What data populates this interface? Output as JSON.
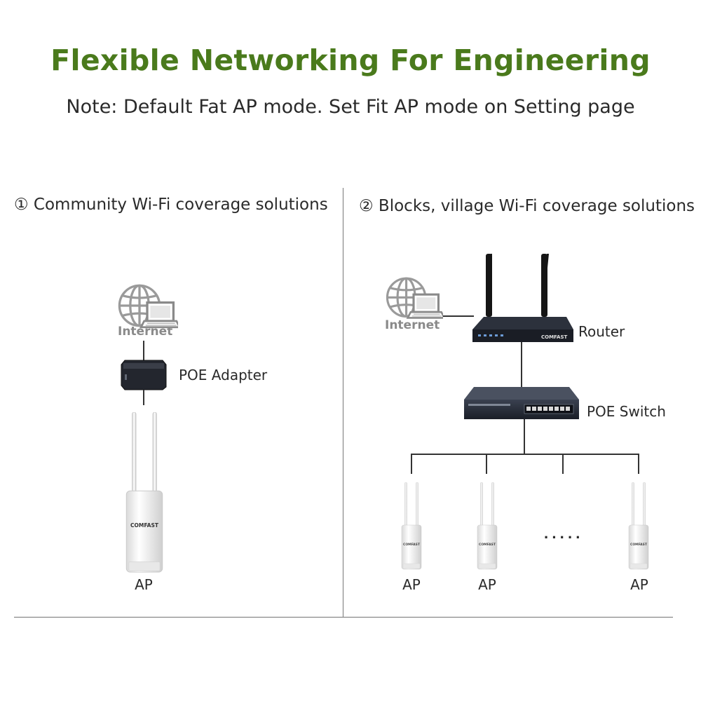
{
  "header": {
    "title": "Flexible Networking For Engineering",
    "note": "Note: Default Fat AP mode. Set Fit AP mode on Setting page"
  },
  "colors": {
    "title_green": "#4a7a1c",
    "text": "#2a2a2a",
    "line": "#333333",
    "divider": "#888888",
    "device_dark": "#1b1f2a",
    "ap_white": "#f2f2f2",
    "globe_grey": "#9a9a9a"
  },
  "left_section": {
    "title": "① Community Wi-Fi coverage solutions",
    "internet_label": "Internet",
    "adapter_label": "POE Adapter",
    "ap_label": "AP",
    "ap_brand": "COMFAST"
  },
  "right_section": {
    "title": "② Blocks, village Wi-Fi coverage solutions",
    "internet_label": "Internet",
    "router_label": "Router",
    "router_brand": "COMFAST",
    "switch_label": "POE Switch",
    "ellipsis": "·····",
    "ap_labels": [
      "AP",
      "AP",
      "AP"
    ],
    "ap_brand": "COMFAST"
  },
  "icons": [
    "globe-icon",
    "laptop-icon",
    "poe-adapter-icon",
    "router-icon",
    "poe-switch-icon",
    "access-point-icon"
  ]
}
